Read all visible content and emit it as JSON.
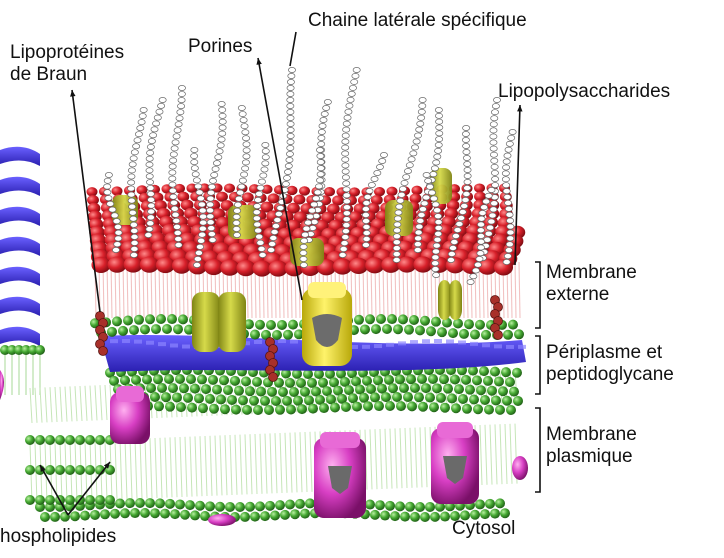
{
  "labels": {
    "side_chain": "Chaine latérale spécifique",
    "lipoproteins": "Lipoprotéines\nde Braun",
    "porins": "Porines",
    "lps": "Lipopolysaccharides",
    "outer_membrane": "Membrane\nexterne",
    "periplasm": "Périplasme et\npeptidoglycane",
    "plasma_membrane": "Membrane\nplasmique",
    "phospholipids": "hospholipides",
    "cytosol": "Cytosol"
  },
  "colors": {
    "lps_head": "#d8202a",
    "lipid_tail": "#f0b8b8",
    "porin_olive": "#b7bc2a",
    "porin_yellow": "#f2e530",
    "peptidoglycan": "#3a2fd6",
    "phospholipid_head": "#45a832",
    "protein_magenta": "#d83fc4",
    "lipoprotein": "#a8302a",
    "chain": "#ffffff"
  }
}
